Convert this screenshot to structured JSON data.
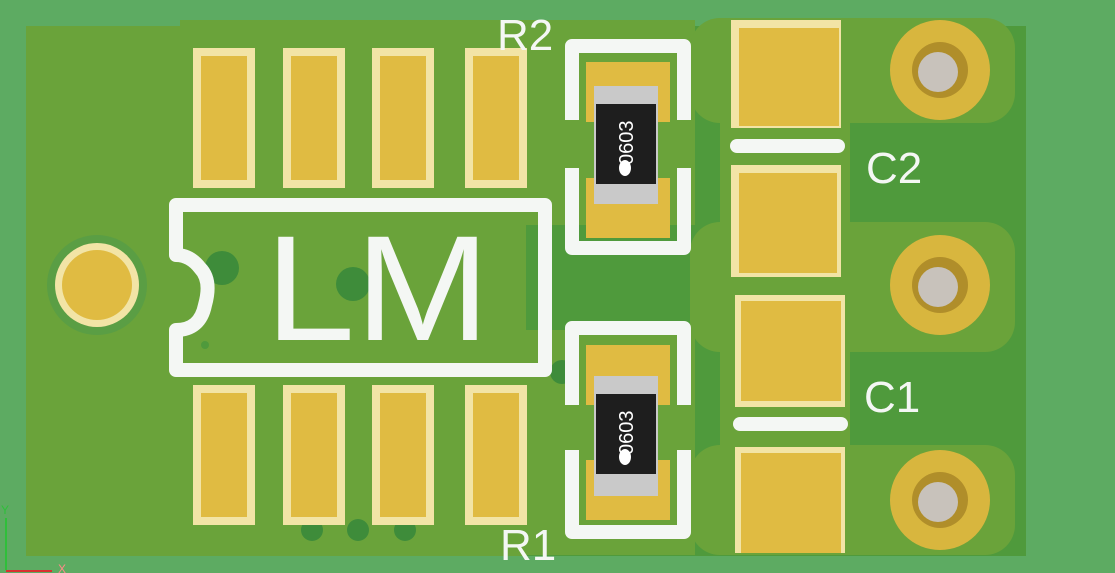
{
  "board": {
    "colors": {
      "board_edge": "#5dab62",
      "soldermask": "#4f9a3c",
      "copper_fill": "#6aa33a",
      "pad_gold": "#e0bb42",
      "pad_edge": "#f2e4a6",
      "silkscreen": "#f4f7f4",
      "resistor_body": "#1e1e1e",
      "resistor_cap": "#c9c9c9",
      "drill_hole": "#c8c2bb"
    }
  },
  "labels": {
    "r2": "R2",
    "r1": "R1",
    "c2": "C2",
    "c1": "C1",
    "ic_marking": "LM"
  },
  "components": {
    "r2_marking": "0603",
    "r1_marking": "0603"
  },
  "axis": {
    "y_label": "Y",
    "x_label": "X",
    "y_color": "#2fbf3a",
    "x_color": "#d83030"
  }
}
